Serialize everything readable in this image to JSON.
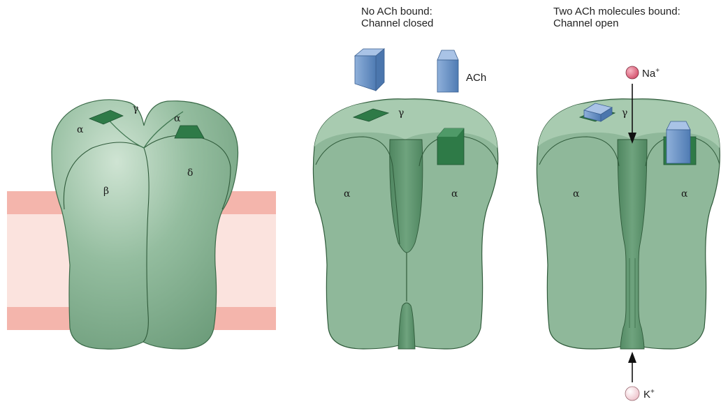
{
  "panels": {
    "closed": {
      "title_line1": "No ACh bound:",
      "title_line2": "Channel closed",
      "ach_label": "ACh"
    },
    "open": {
      "title_line1": "Two ACh molecules bound:",
      "title_line2": "Channel open",
      "na_label": "Na",
      "na_sup": "+",
      "k_label": "K",
      "k_sup": "+"
    }
  },
  "subunits": {
    "alpha": "α",
    "beta": "β",
    "gamma": "γ",
    "delta": "δ"
  },
  "colors": {
    "protein": "#8fb89a",
    "protein_dark": "#6f9e7d",
    "protein_outline": "#2f5a3a",
    "pore": "#5f9470",
    "binding_site": "#2e7a47",
    "ach": "#6a93c6",
    "membrane_band": "#f4b5ac",
    "membrane_inner": "#fbe3de",
    "sodium": "#e0607a",
    "potassium": "#f6d4da"
  },
  "icons": {
    "ach_molecule": "ach-molecule-icon",
    "sodium_ion": "sodium-ion-icon",
    "potassium_ion": "potassium-ion-icon",
    "arrow": "arrow-down-icon"
  }
}
